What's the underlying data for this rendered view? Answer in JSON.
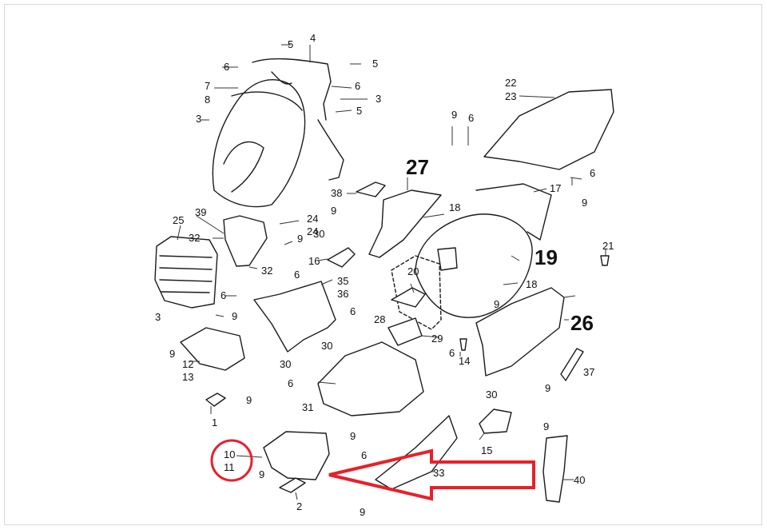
{
  "diagram": {
    "labels": [
      "1",
      "2",
      "3",
      "3",
      "3",
      "4",
      "5",
      "5",
      "5",
      "6",
      "6",
      "6",
      "6",
      "6",
      "6",
      "6",
      "6",
      "6",
      "6",
      "7",
      "8",
      "9",
      "9",
      "9",
      "9",
      "9",
      "9",
      "9",
      "9",
      "9",
      "9",
      "9",
      "9",
      "9",
      "10",
      "11",
      "12",
      "13",
      "14",
      "15",
      "16",
      "17",
      "18",
      "18",
      "19",
      "20",
      "21",
      "22",
      "23",
      "24",
      "24",
      "25",
      "26",
      "27",
      "28",
      "29",
      "30",
      "30",
      "30",
      "30",
      "31",
      "32",
      "32",
      "33",
      "35",
      "36",
      "37",
      "38",
      "39",
      "40"
    ],
    "callout_colors": {
      "circle": "#e8202a",
      "arrow": "#e8202a"
    }
  }
}
